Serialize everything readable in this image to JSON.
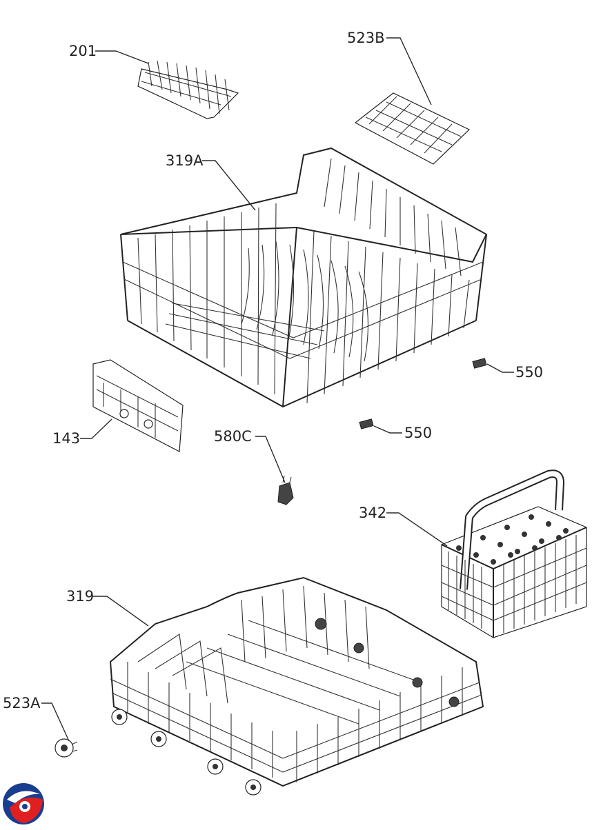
{
  "labels": {
    "l201": "201",
    "l523B": "523B",
    "l319A": "319A",
    "l550a": "550",
    "l143": "143",
    "l580C": "580C",
    "l550b": "550",
    "l342": "342",
    "l319": "319",
    "l523A": "523A"
  },
  "logo": {
    "colors": [
      "#1a3e8f",
      "#e02020"
    ]
  }
}
